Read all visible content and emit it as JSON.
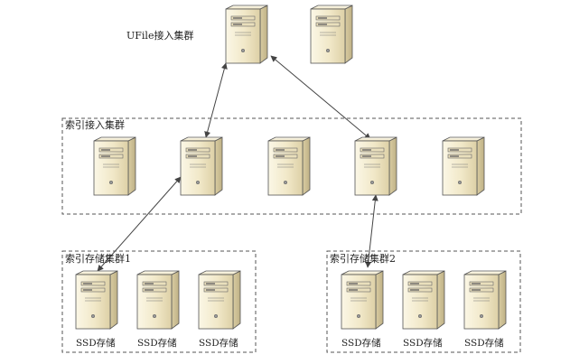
{
  "diagram": {
    "top_cluster_label": "UFile接入集群",
    "index_access_cluster_label": "索引接入集群",
    "index_storage_cluster_1_label": "索引存储集群1",
    "index_storage_cluster_2_label": "索引存储集群2",
    "ssd_label": "SSD存储",
    "icon": "server-tower-icon",
    "colors": {
      "server_body": "#f3ecd2",
      "server_side": "#d8cda6",
      "server_outline": "#444444",
      "dashed_border": "#555555",
      "link": "#444444"
    }
  }
}
